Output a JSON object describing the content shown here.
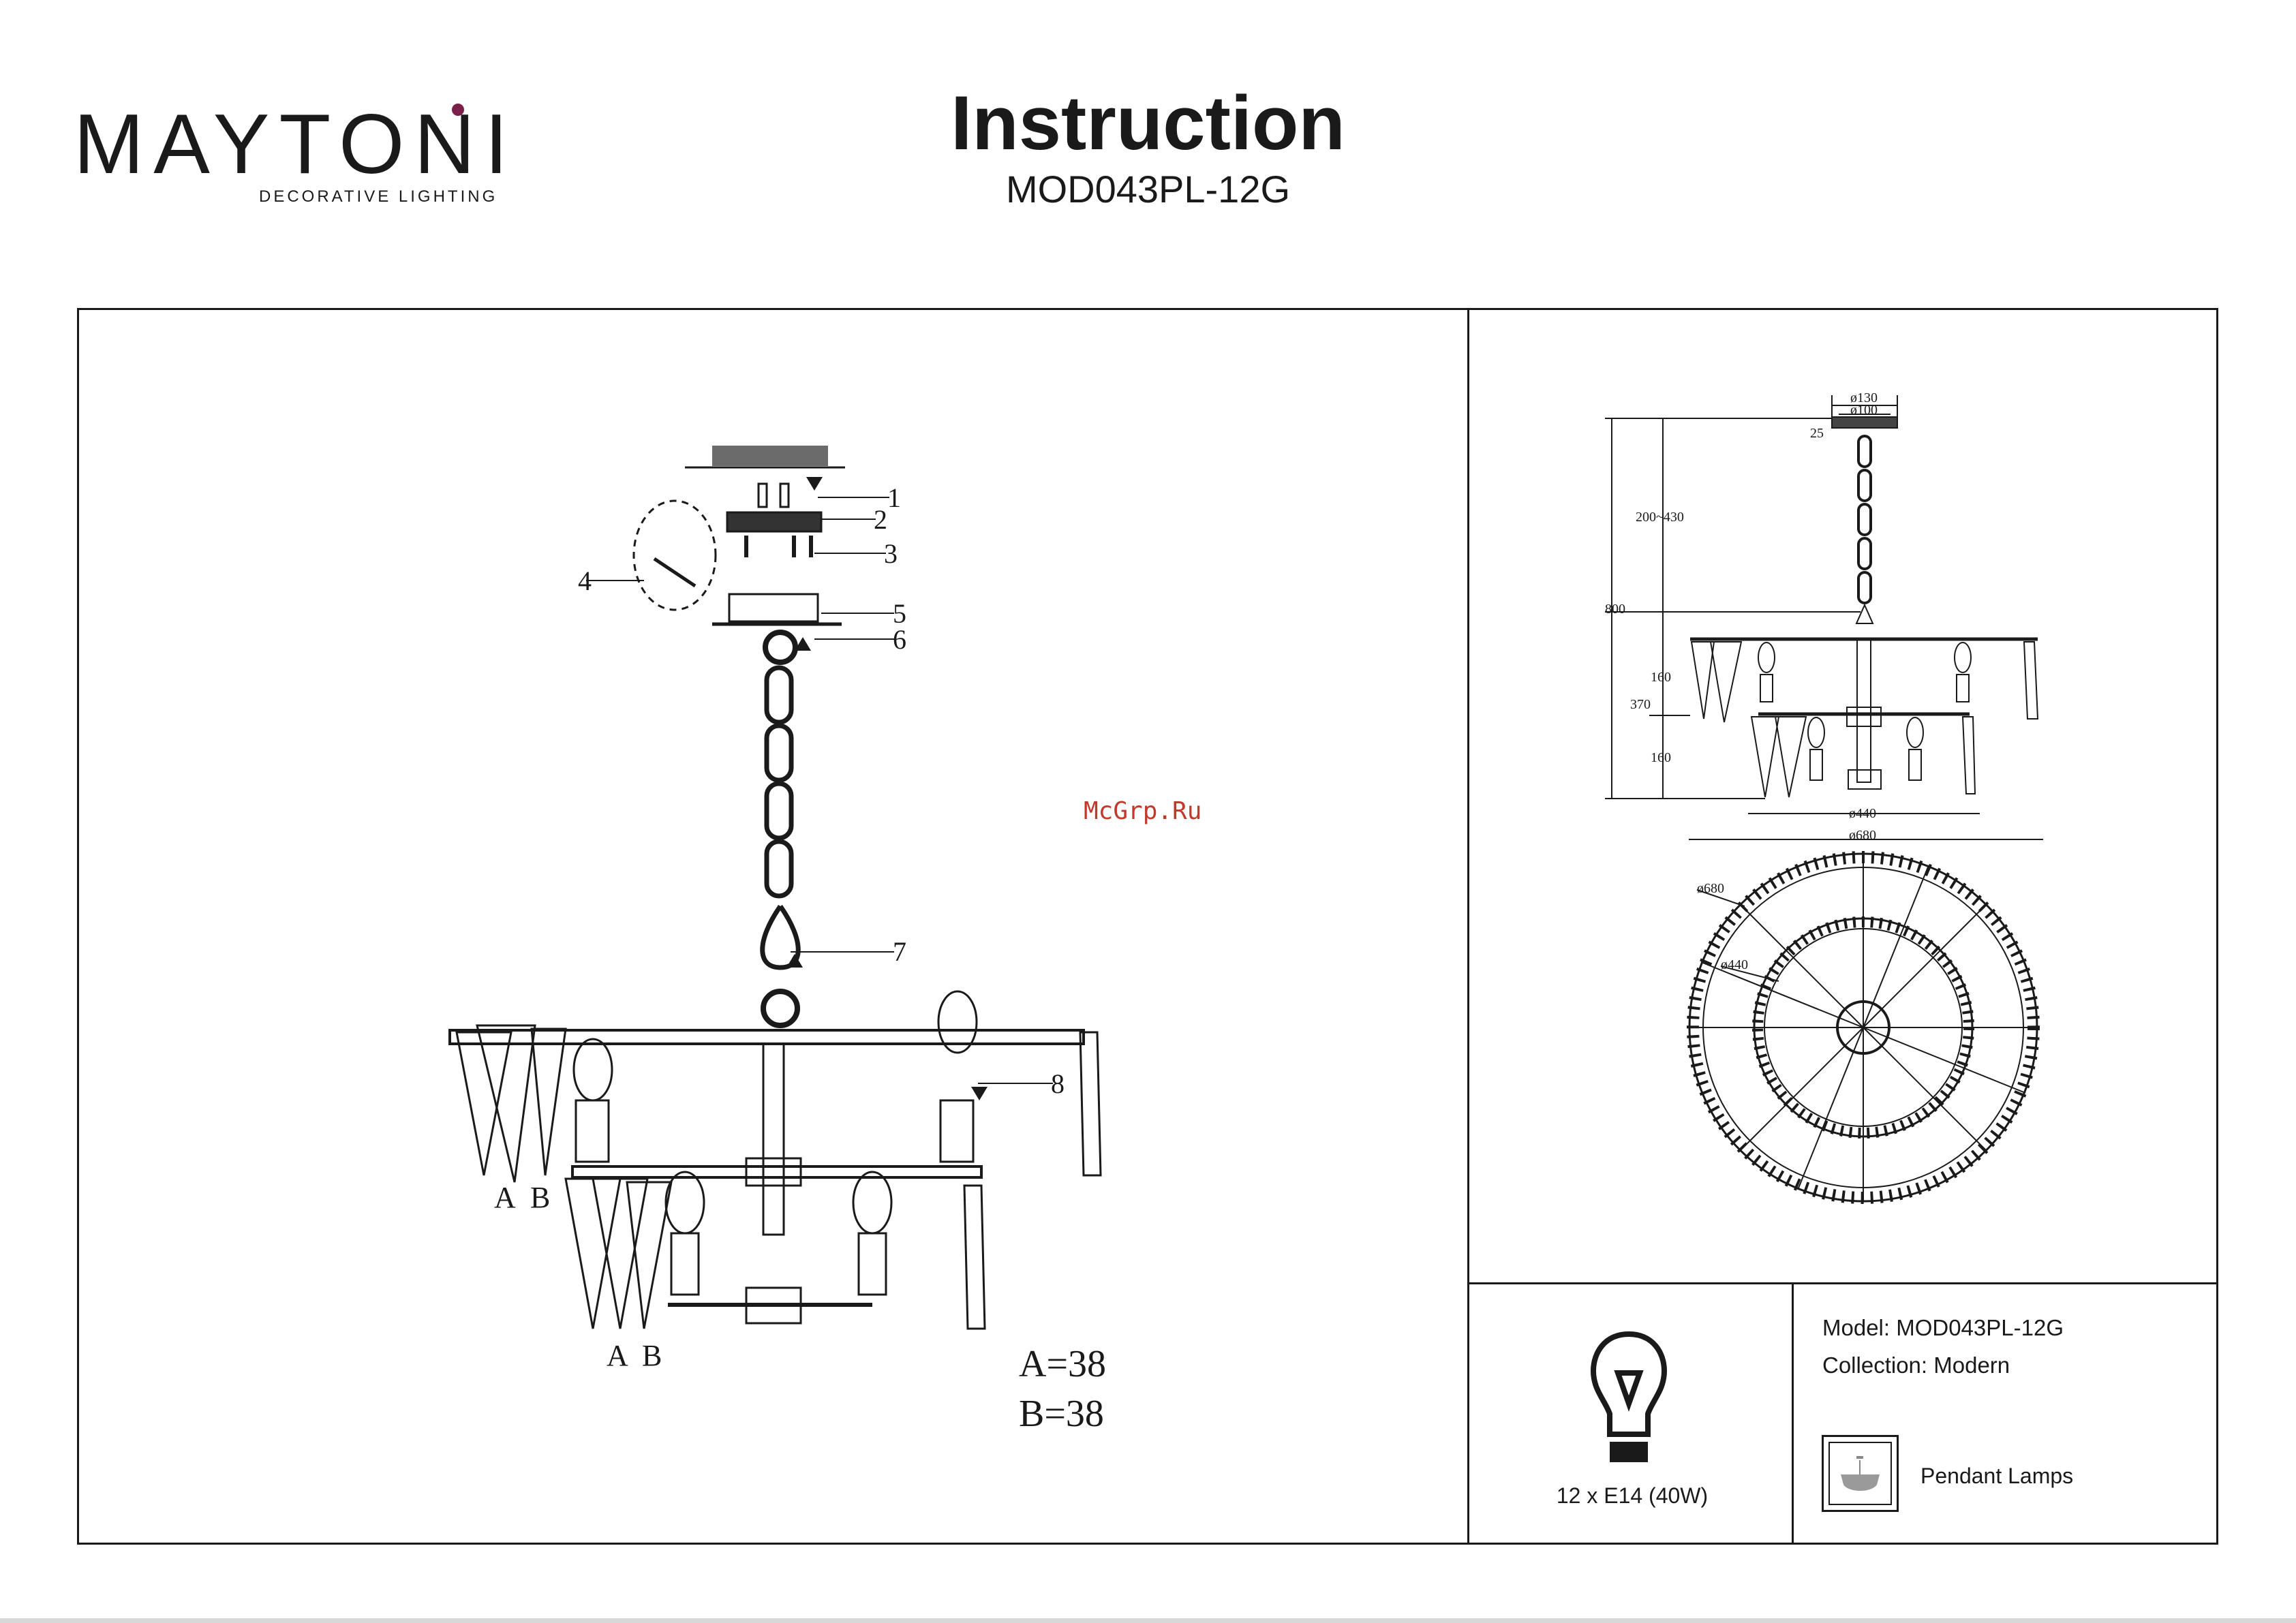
{
  "brand": {
    "name": "MAYTONI",
    "tagline": "DECORATIVE LIGHTING"
  },
  "header": {
    "title": "Instruction",
    "model_code": "MOD043PL-12G"
  },
  "assembly": {
    "callouts": [
      "1",
      "2",
      "3",
      "4",
      "5",
      "6",
      "7",
      "8"
    ],
    "crystal_labels": {
      "upper_a": "A",
      "upper_b": "B",
      "lower_a": "A",
      "lower_b": "B"
    },
    "crystal_counts": {
      "a": "A=38",
      "b": "B=38"
    }
  },
  "watermark": "McGrp.Ru",
  "dimensions": {
    "canopy_outer": "ø130",
    "canopy_inner": "ø100",
    "canopy_height": "25",
    "chain_range": "200~430",
    "total_height": "800",
    "body_height": "370",
    "tier_upper": "160",
    "tier_lower": "160",
    "lower_diameter": "ø440",
    "upper_diameter": "ø680",
    "top_view_outer": "ø680",
    "top_view_inner": "ø440"
  },
  "specs": {
    "bulb": "12 x E14 (40W)",
    "model_line": "Model: MOD043PL-12G",
    "collection_line": "Collection: Modern",
    "type": "Pendant Lamps"
  }
}
